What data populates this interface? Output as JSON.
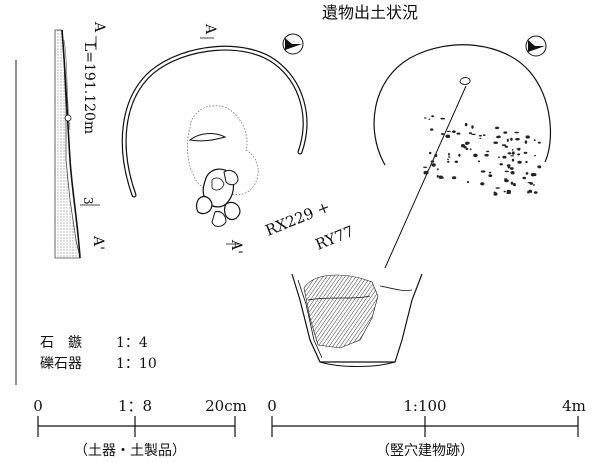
{
  "title": "遺物出土状況",
  "section": {
    "marker_a": "A",
    "marker_a_prime": "A'",
    "elevation": "L=191.120m",
    "layer_number": "3"
  },
  "plan": {
    "marker_a": "A",
    "marker_a_prime": "A'",
    "grid_x": "RX229 +",
    "grid_y": "RY77"
  },
  "legend": {
    "row1_label": "石　鏃",
    "row1_scale": "1：4",
    "row2_label": "礫石器",
    "row2_scale": "1：10"
  },
  "scalebars": {
    "artifact": {
      "start": "0",
      "ratio": "1：8",
      "end": "20cm",
      "caption": "（土器・土製品）"
    },
    "pit": {
      "start": "0",
      "ratio": "1:100",
      "end": "4m",
      "caption": "（竪穴建物跡）"
    }
  },
  "north_arrow_icon": "north-arrow-icon"
}
